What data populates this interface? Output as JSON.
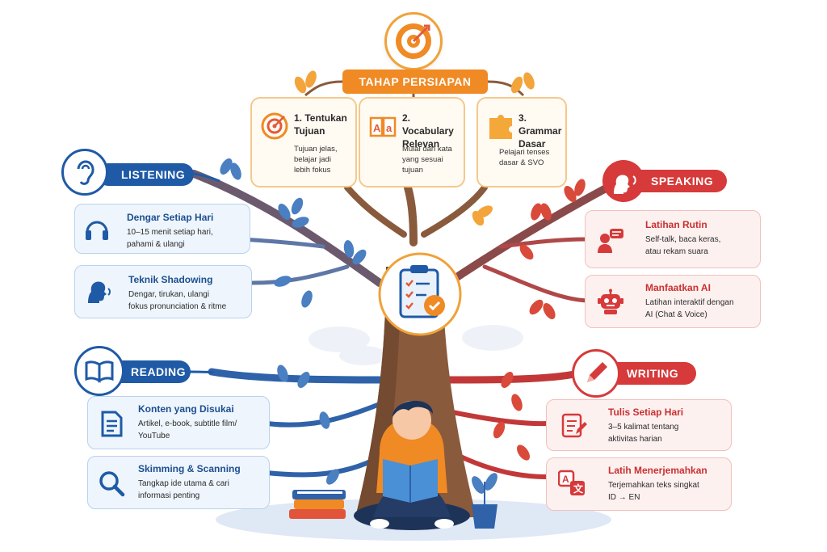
{
  "colors": {
    "orange": "#f08a24",
    "blue": "#1f5aa6",
    "red": "#d63a3a",
    "trunk": "#8a5a3c"
  },
  "persiapan": {
    "banner": "TAHAP PERSIAPAN",
    "items": [
      {
        "title1": "1. Tentukan",
        "title2": "Tujuan",
        "desc1": "Tujuan jelas,",
        "desc2": "belajar jadi",
        "desc3": "lebih fokus",
        "icon": "target-icon"
      },
      {
        "title1": "2. Vocabulary",
        "title2": "Relevan",
        "desc1": "Mulai dari kata",
        "desc2": "yang sesuai",
        "desc3": "tujuan",
        "icon": "dictionary-icon"
      },
      {
        "title1": "3. Grammar",
        "title2": "Dasar",
        "desc1": "Pelajari tenses",
        "desc2": "dasar & SVO",
        "desc3": "",
        "icon": "puzzle-icon"
      }
    ]
  },
  "listening": {
    "label": "LISTENING",
    "items": [
      {
        "title": "Dengar Setiap Hari",
        "desc1": "10–15 menit setiap hari,",
        "desc2": "pahami & ulangi",
        "icon": "headphones-icon"
      },
      {
        "title": "Teknik Shadowing",
        "desc1": "Dengar, tirukan, ulangi",
        "desc2": "fokus pronunciation & ritme",
        "icon": "speaking-head-icon"
      }
    ]
  },
  "reading": {
    "label": "READING",
    "items": [
      {
        "title": "Konten yang Disukai",
        "desc1": "Artikel, e-book, subtitle film/",
        "desc2": "YouTube",
        "icon": "document-icon"
      },
      {
        "title": "Skimming & Scanning",
        "desc1": "Tangkap ide utama & cari",
        "desc2": "informasi penting",
        "icon": "magnifier-icon"
      }
    ]
  },
  "speaking": {
    "label": "SPEAKING",
    "items": [
      {
        "title": "Latihan Rutin",
        "desc1": "Self-talk, baca keras,",
        "desc2": "atau rekam suara",
        "icon": "person-chat-icon"
      },
      {
        "title": "Manfaatkan AI",
        "desc1": "Latihan interaktif dengan",
        "desc2": "AI (Chat & Voice)",
        "icon": "robot-icon"
      }
    ]
  },
  "writing": {
    "label": "WRITING",
    "items": [
      {
        "title": "Tulis Setiap Hari",
        "desc1": "3–5 kalimat tentang",
        "desc2": "aktivitas harian",
        "icon": "notepad-icon"
      },
      {
        "title": "Latih Menerjemahkan",
        "desc1": "Terjemahkan teks singkat",
        "desc2": "ID → EN",
        "icon": "translate-icon"
      }
    ]
  }
}
